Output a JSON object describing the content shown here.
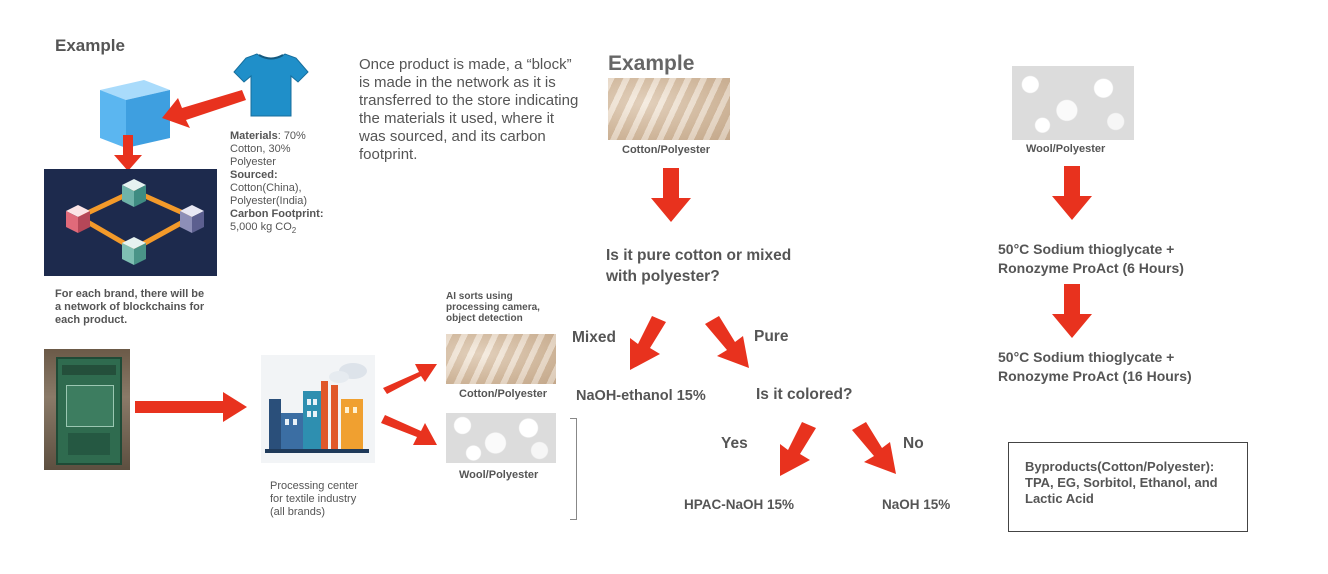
{
  "left": {
    "example_title": "Example",
    "materials_label": "Materials",
    "materials_value": ": 70% Cotton, 30% Polyester",
    "sourced_label": "Sourced:",
    "sourced_value": "Cotton(China), Polyester(India)",
    "carbon_label": "Carbon Footprint:",
    "carbon_value": " 5,000 kg CO",
    "carbon_sub": "2",
    "brand_note": "For each brand, there will be a network of blockchains for each product.",
    "processing_center": "Processing center for textile industry (all brands)",
    "ai_sort": "AI sorts using processing camera, object detection",
    "cotton_label": "Cotton/Polyester",
    "wool_label": "Wool/Polyester"
  },
  "narrative": "Once product is made, a “block” is made in the network as it is transferred to the store indicating the materials it used, where it was sourced, and its carbon footprint.",
  "middle": {
    "example_title": "Example",
    "cotton_label": "Cotton/Polyester",
    "question1": "Is it pure cotton or mixed with polyester?",
    "mixed": "Mixed",
    "pure": "Pure",
    "naoh_ethanol": "NaOH-ethanol 15%",
    "question2": "Is it colored?",
    "yes": "Yes",
    "no": "No",
    "hpac": "HPAC-NaOH 15%",
    "naoh": "NaOH 15%"
  },
  "right": {
    "wool_label": "Wool/Polyester",
    "step1": "50°C Sodium thioglycate + Ronozyme ProAct (6 Hours)",
    "step2": "50°C Sodium thioglycate + Ronozyme ProAct (16 Hours)",
    "byproducts": "Byproducts(Cotton/Polyester): TPA, EG, Sorbitol, Ethanol, and Lactic Acid"
  },
  "colors": {
    "arrow": "#e8321e",
    "network_bg": "#1d2a4d",
    "cube": "#5bb6f0",
    "tshirt": "#1f8fc9",
    "bin": "#2f6b4f"
  }
}
